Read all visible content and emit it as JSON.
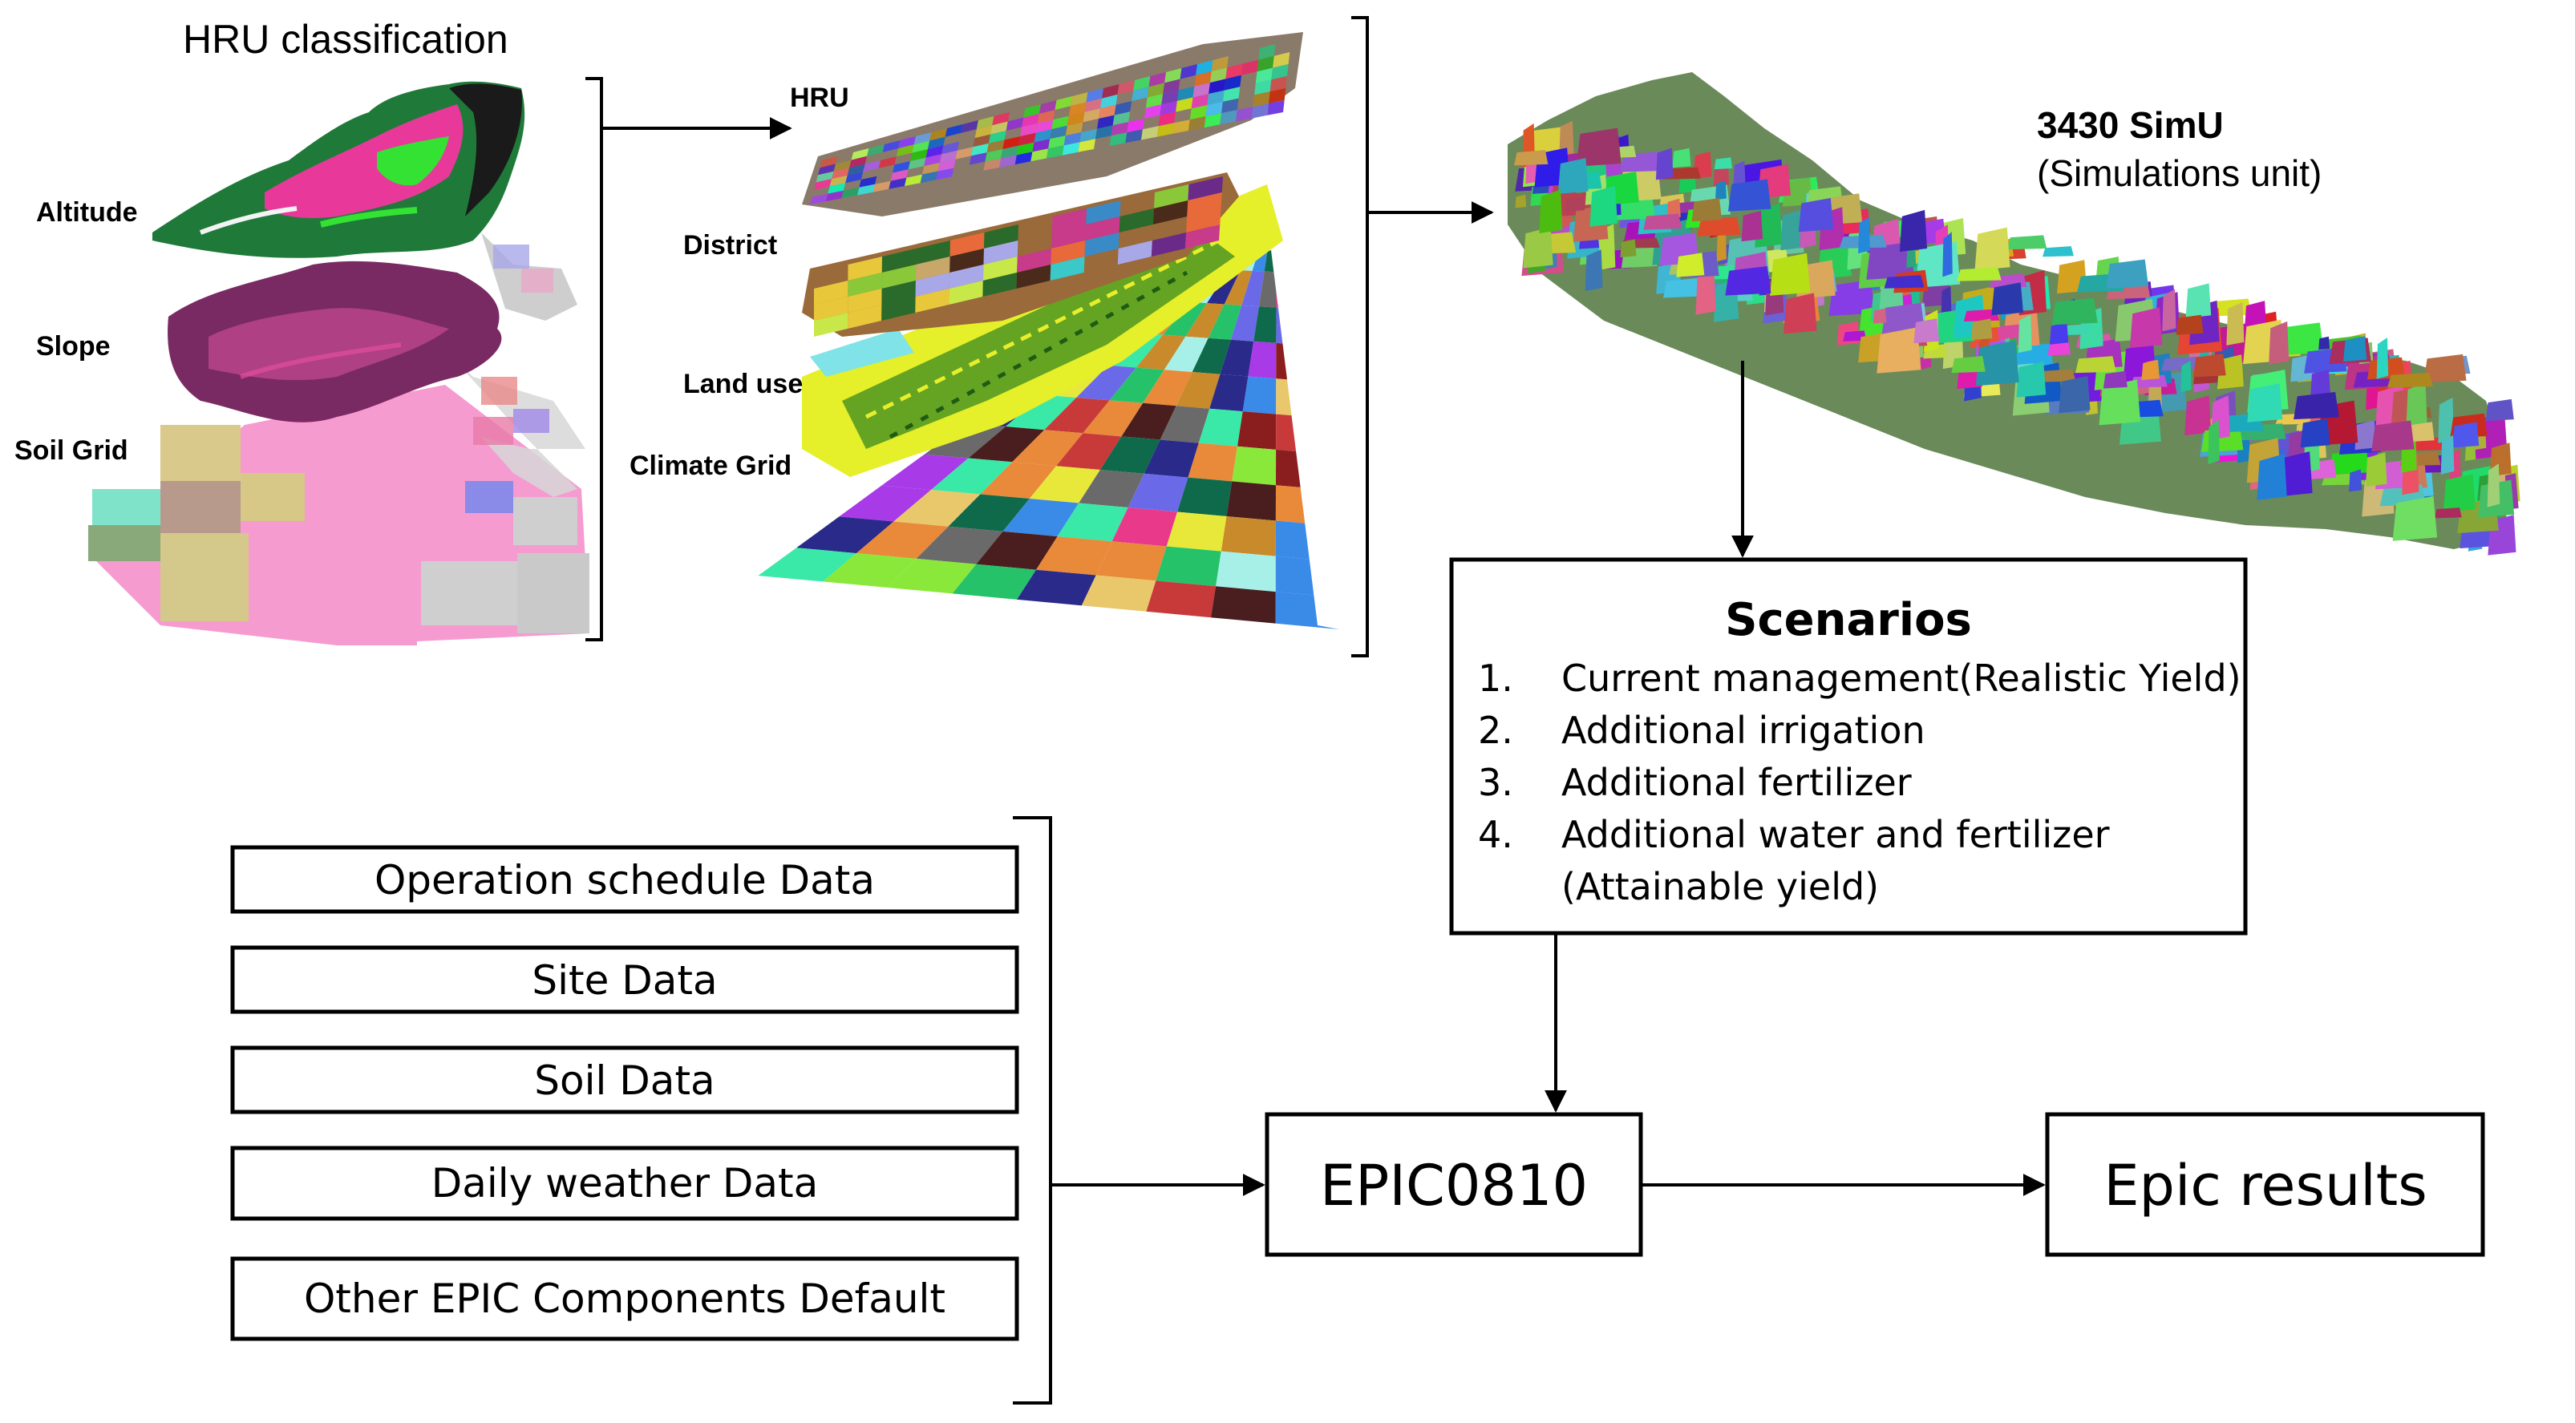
{
  "hru_classification": {
    "title": "HRU classification",
    "layers": [
      "Altitude",
      "Slope",
      "Soil Grid"
    ]
  },
  "hru_stack": {
    "layers": [
      "HRU",
      "District",
      "Land use",
      "Climate Grid"
    ]
  },
  "simu": {
    "count_label": "3430 SimU",
    "subtitle": "(Simulations unit)"
  },
  "scenarios": {
    "title": "Scenarios",
    "items": [
      {
        "num": "1.",
        "text": "Current management(Realistic Yield)"
      },
      {
        "num": "2.",
        "text": "Additional irrigation"
      },
      {
        "num": "3.",
        "text": "Additional fertilizer"
      },
      {
        "num": "4.",
        "text": "Additional water and fertilizer"
      }
    ],
    "item4_continuation": "(Attainable yield)"
  },
  "inputs": [
    "Operation schedule Data",
    "Site Data",
    "Soil Data",
    "Daily weather Data",
    "Other EPIC Components Default"
  ],
  "model": {
    "label": "EPIC0810"
  },
  "results": {
    "label": "Epic results"
  },
  "colors": {
    "line": "#000000",
    "background": "#ffffff",
    "dem_green": "#1f7a3a",
    "dem_magenta": "#e8399b",
    "dem_lime": "#33e233",
    "slope_purple": "#7a2a63",
    "soil_pink": "#f59bd0",
    "landuse_yellow": "#e5ef2a",
    "landuse_green": "#3a8a22"
  }
}
